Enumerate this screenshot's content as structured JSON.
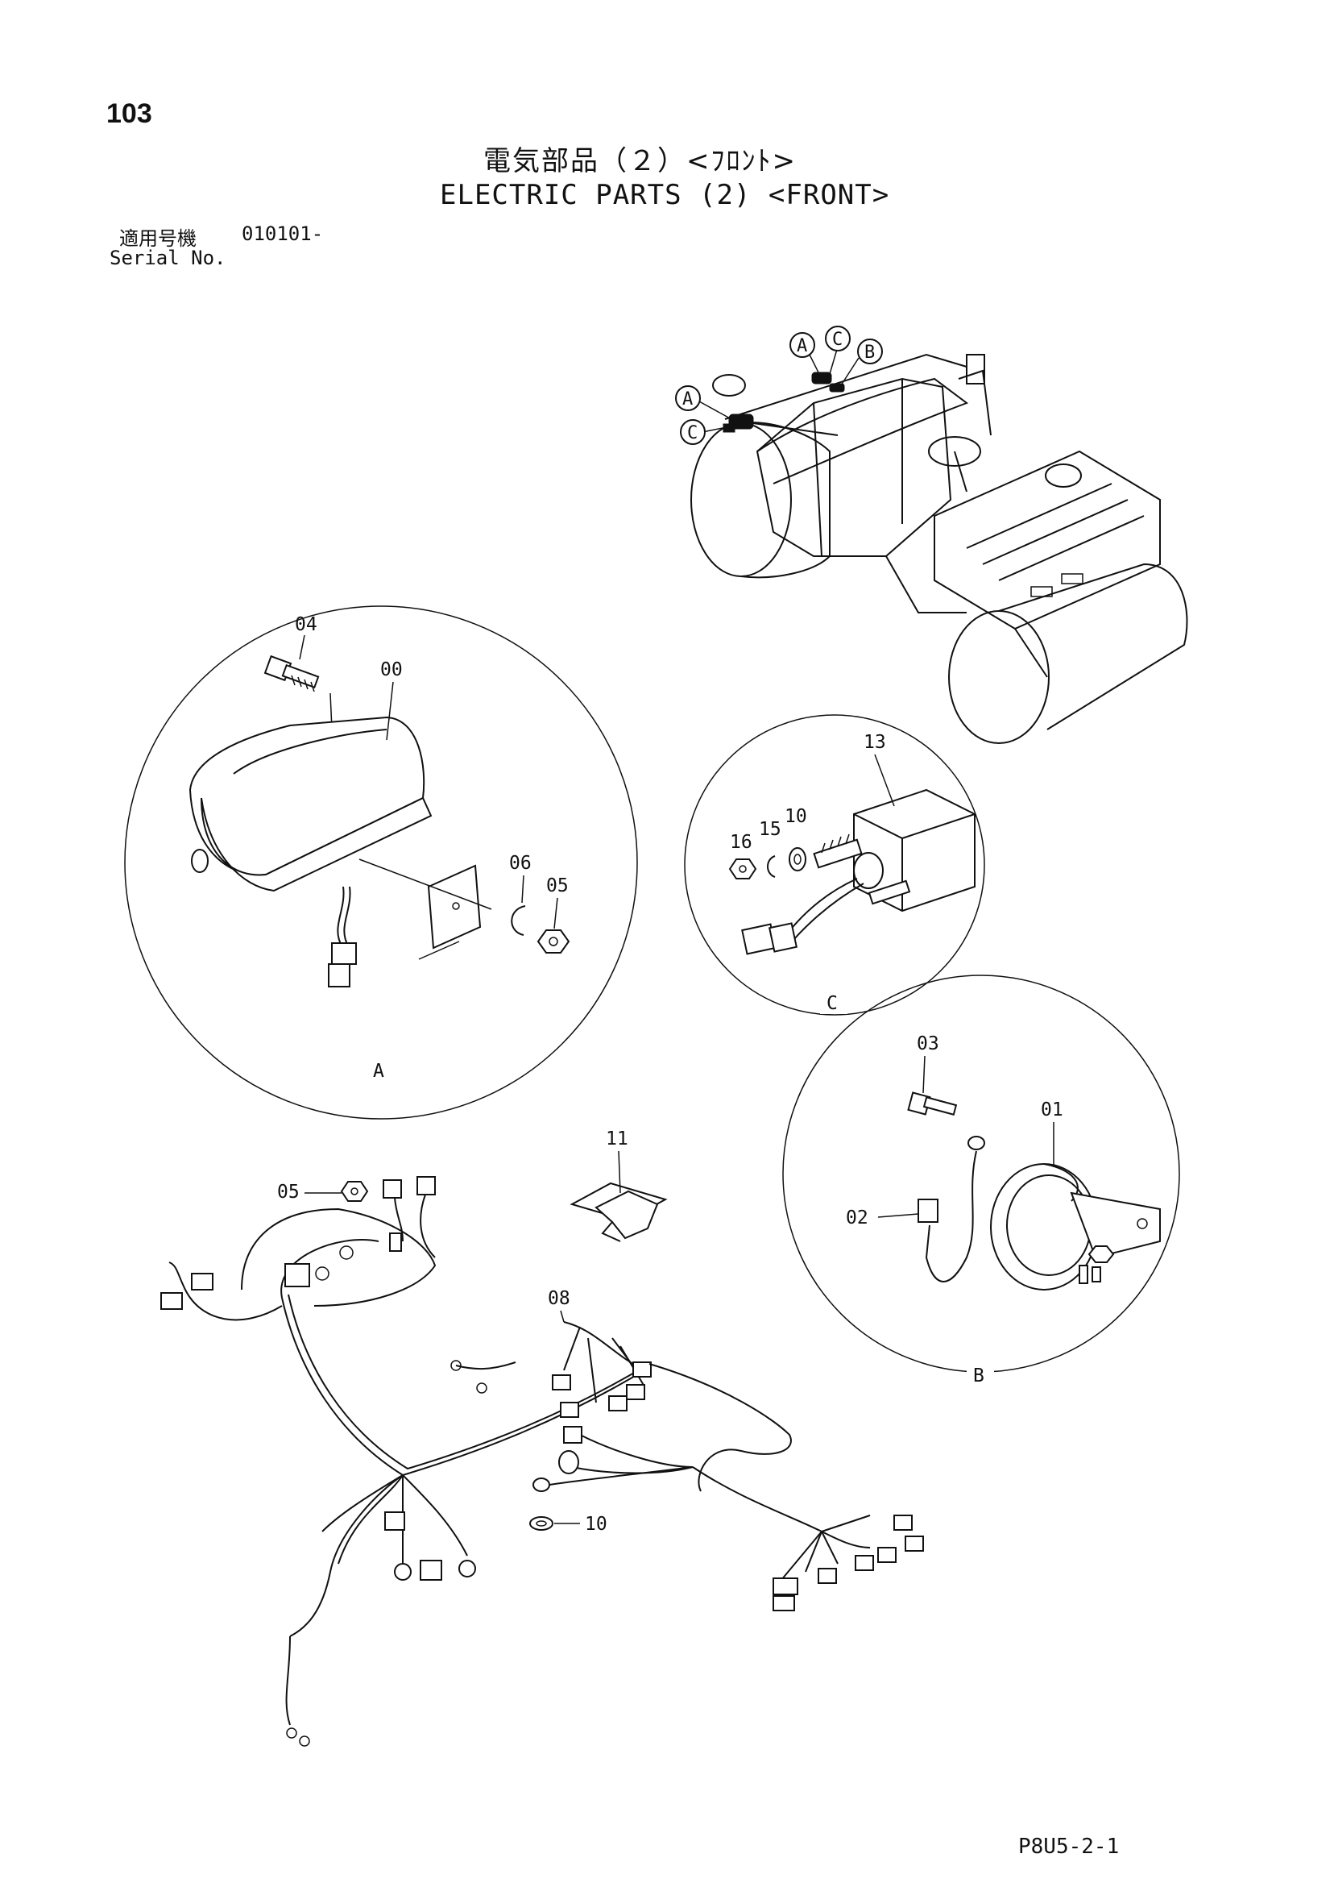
{
  "header": {
    "page_number": "103",
    "title_jp": "電気部品（２）<ﾌﾛﾝﾄ>",
    "title_en": "ELECTRIC PARTS (2) <FRONT>",
    "serial_label_jp": "適用号機",
    "serial_range": "010101-",
    "serial_label_en": "Serial No."
  },
  "machine_callouts": [
    "A",
    "C",
    "B",
    "A",
    "C"
  ],
  "detail_views": {
    "A": {
      "label": "A",
      "parts": [
        "04",
        "00",
        "06",
        "05"
      ]
    },
    "C": {
      "label": "C",
      "parts": [
        "13",
        "16",
        "15",
        "10"
      ]
    },
    "B": {
      "label": "B",
      "parts": [
        "03",
        "01",
        "02"
      ]
    }
  },
  "loose_parts": {
    "clip": "11",
    "nut": "05",
    "harness": "08",
    "washer": "10"
  },
  "footer": {
    "drawing_code": "P8U5-2-1"
  }
}
